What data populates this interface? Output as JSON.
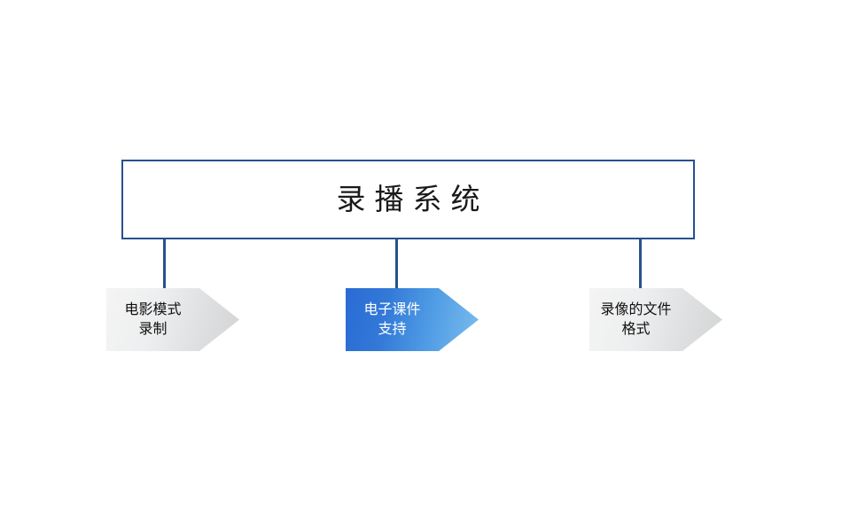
{
  "diagram": {
    "type": "hierarchy-chevron",
    "background_color": "#FFFFFF",
    "accent_color": "#27528E",
    "root": {
      "title": "录播系统",
      "border_color": "#27528E",
      "fill_color": "#FFFFFF",
      "text_color": "#1A1A1A"
    },
    "connector": {
      "color": "#27528E"
    },
    "nodes": [
      {
        "label": "电影模式\n录制",
        "line1": "电影模式",
        "line2": "录制",
        "style": "gray",
        "fill_start": "#F4F4F4",
        "fill_end": "#D2D4D5",
        "text_color": "#111111"
      },
      {
        "label": "电子课件\n支持",
        "line1": "电子课件",
        "line2": "支持",
        "style": "blue",
        "fill_start": "#2A6BD4",
        "fill_end": "#79BDEE",
        "text_color": "#FFFFFF"
      },
      {
        "label": "录像的文件\n格式",
        "line1": "录像的文件",
        "line2": "格式",
        "style": "gray",
        "fill_start": "#F4F4F4",
        "fill_end": "#D2D4D5",
        "text_color": "#111111"
      }
    ]
  }
}
